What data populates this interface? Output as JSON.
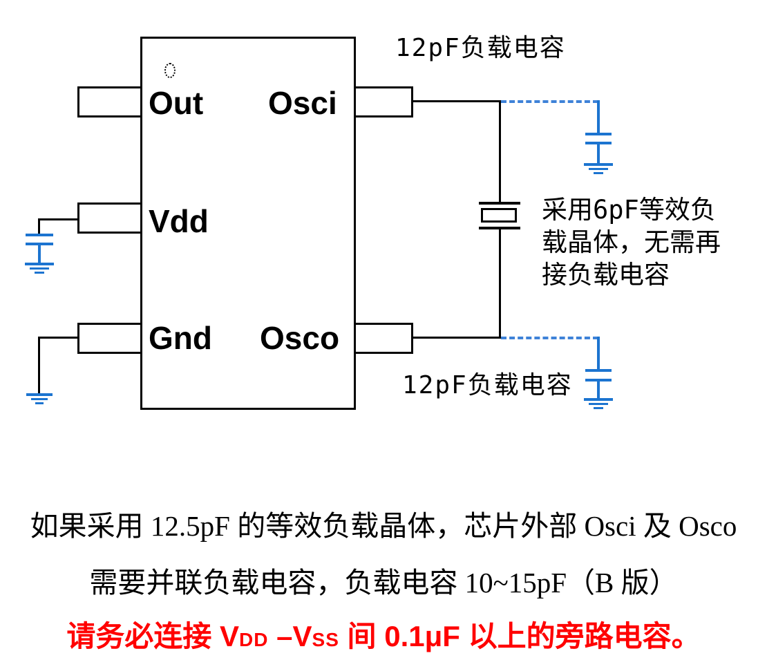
{
  "diagram": {
    "pins": [
      {
        "label": "Out"
      },
      {
        "label": "Vdd"
      },
      {
        "label": "Gnd"
      },
      {
        "label": "Osci"
      },
      {
        "label": "Osco"
      }
    ],
    "labels": {
      "top_load_cap": "12pF负载电容",
      "bottom_load_cap": "12pF负载电容",
      "crystal_note": [
        "采用6pF等效负",
        "载晶体，无需再",
        "接负载电容"
      ]
    },
    "colors": {
      "wire_black": "#000000",
      "component_blue": "#1c74d0",
      "warning_red": "#ff0000"
    }
  },
  "notes": {
    "line1": "如果采用 12.5pF 的等效负载晶体，芯片外部 Osci 及 Osco",
    "line2": "需要并联负载电容，负载电容 10~15pF（B 版）",
    "warning": {
      "seg1": "请务必连接 V",
      "sub1": "DD",
      "seg2": " –V",
      "sub2": "SS",
      "seg3": " 间 0.1μF 以上的旁路电容。"
    }
  }
}
